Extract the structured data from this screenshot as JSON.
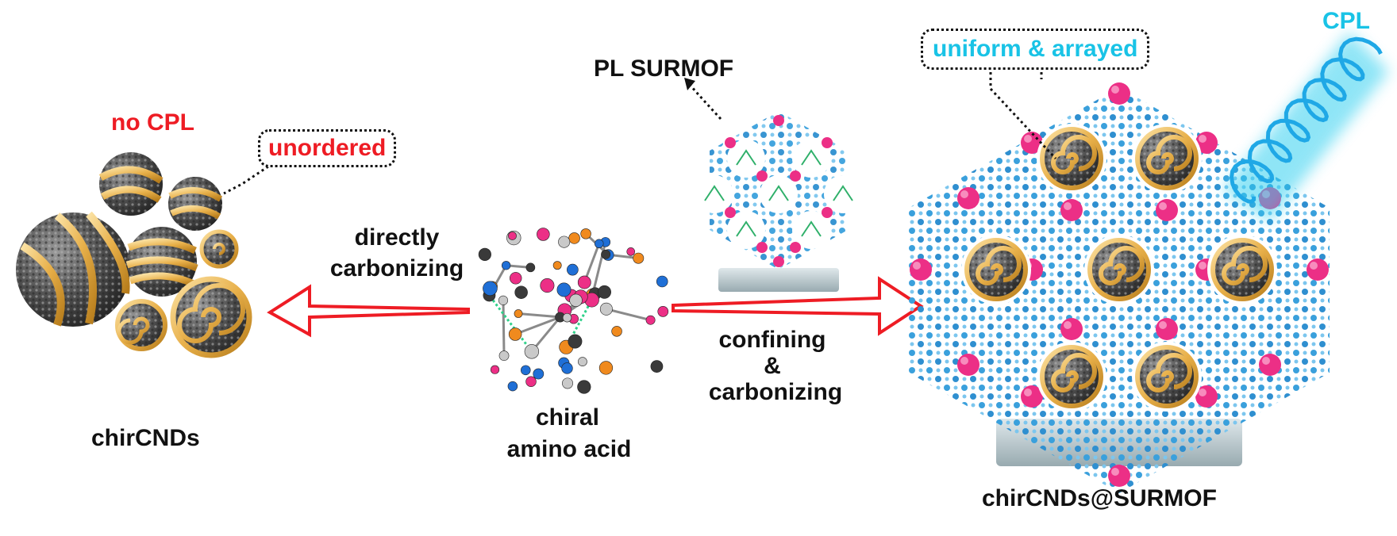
{
  "labels": {
    "no_cpl": "no CPL",
    "unordered": "unordered",
    "chircnds": "chirCNDs",
    "directly_line1": "directly",
    "directly_line2": "carbonizing",
    "chiral_line1": "chiral",
    "chiral_line2": "amino acid",
    "pl_surmof": "PL SURMOF",
    "confining_line1": "confining",
    "confining_line2": "&",
    "confining_line3": "carbonizing",
    "uniform_arrayed": "uniform & arrayed",
    "cpl": "CPL",
    "product": "chirCNDs@SURMOF"
  },
  "colors": {
    "red_text": "#ee1c24",
    "cyan_text": "#19c3e6",
    "framework_blue": "#3aa0dc",
    "framework_pink": "#ec2f86",
    "dot_gold": "#e8b04a",
    "dot_core": "#4a4a4a",
    "substrate": "#b9c7cc"
  },
  "icons": [
    "chircnd-sphere-icon",
    "spiral-dot-icon",
    "helix-light-icon",
    "molecule-icon",
    "arrow-left-icon",
    "arrow-right-icon"
  ]
}
